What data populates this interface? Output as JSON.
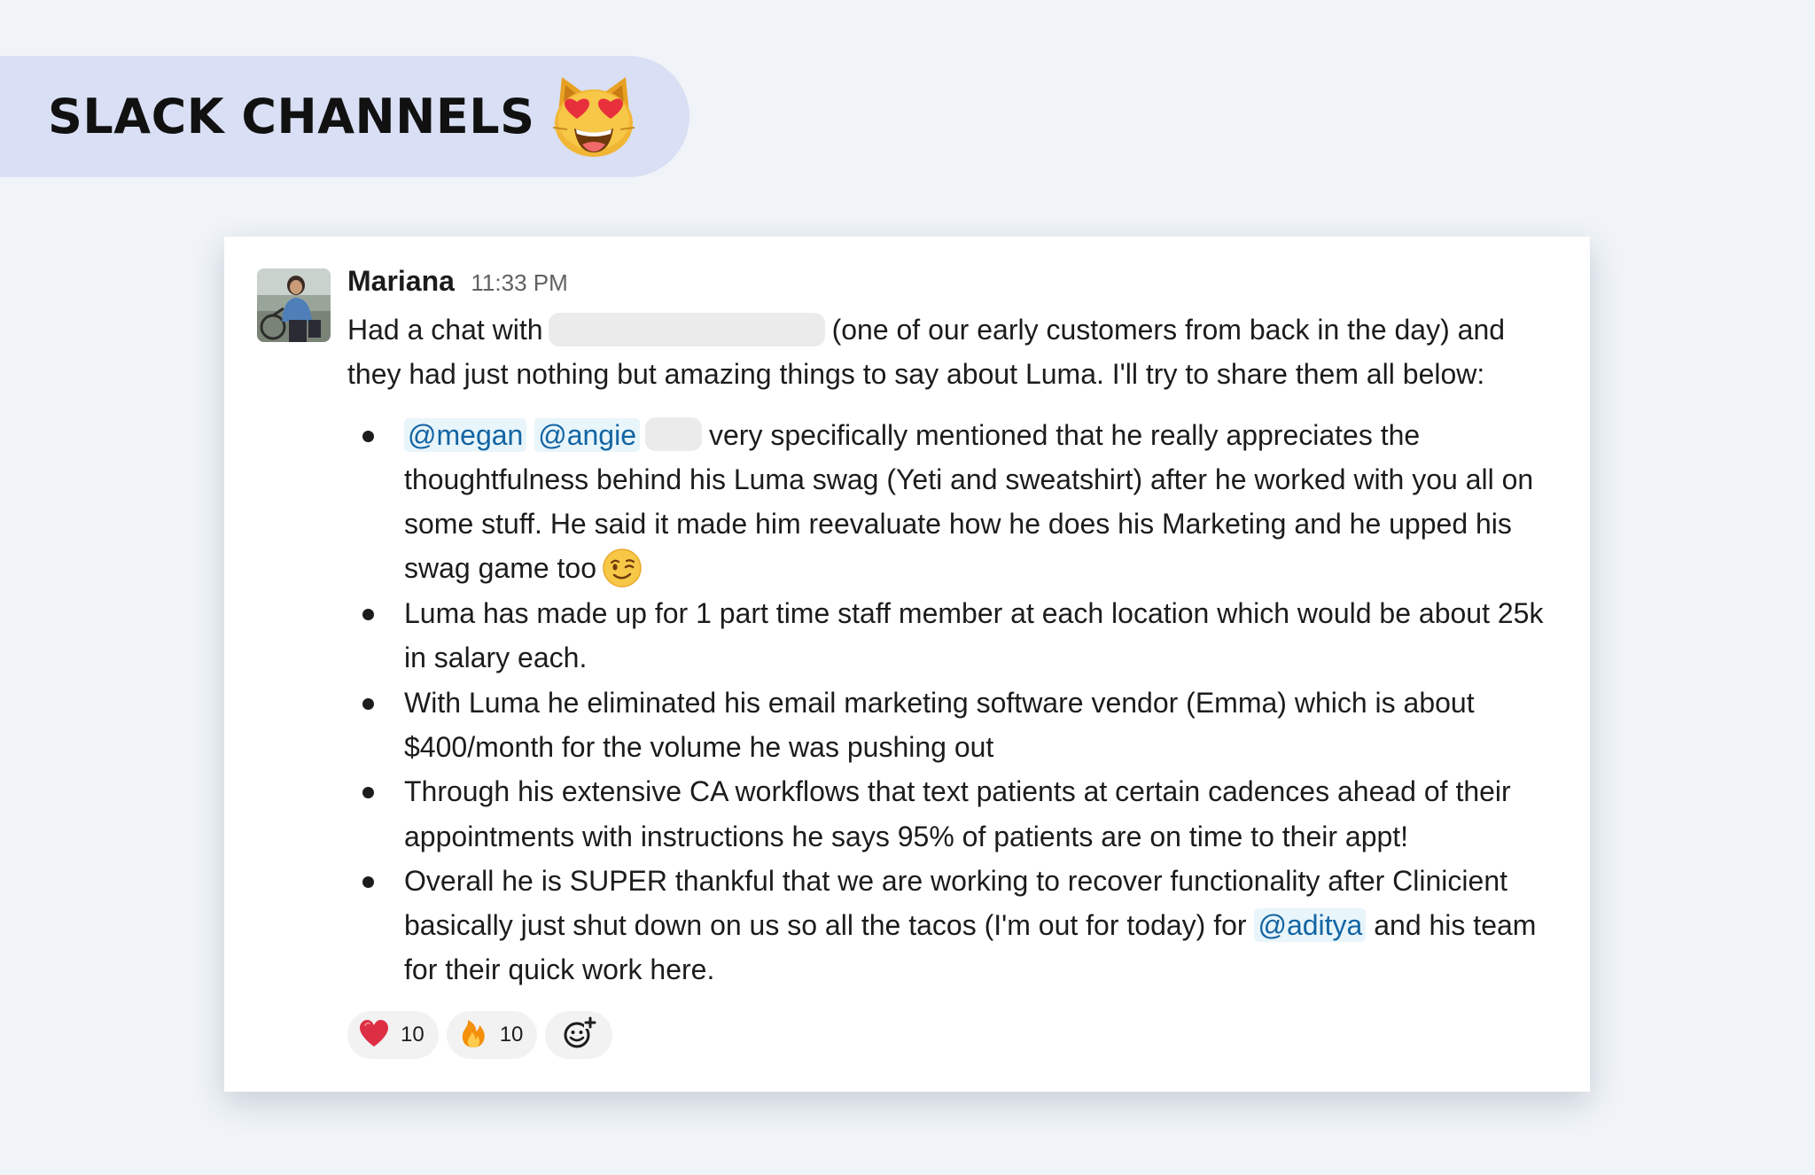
{
  "banner": {
    "title": "SLACK CHANNELS",
    "emoji_icon": "heart-eyes-cat-icon"
  },
  "message": {
    "author": "Mariana",
    "timestamp": "11:33 PM",
    "intro": {
      "part1": "Had a chat with",
      "part2": "(one of our early customers from back in the day) and they had just nothing but amazing things to say about Luma. I'll try to share them all below:"
    },
    "bullets": [
      {
        "mention1": "@megan",
        "mention2": "@angie",
        "text": "very specifically mentioned that he really appreciates the thoughtfulness behind his Luma swag (Yeti and sweatshirt) after he worked with you all on some stuff. He said it made him reevaluate how he does his Marketing and he upped his swag game too",
        "emoji_icon": "winking-face-icon"
      },
      {
        "text": "Luma has made up for 1 part time staff member at each location which would be about 25k in salary each."
      },
      {
        "text": "With Luma he eliminated his email marketing software vendor (Emma) which is about $400/month for the volume he was pushing out"
      },
      {
        "text": "Through his extensive CA workflows that text patients at certain cadences ahead of their appointments with instructions he says 95% of patients are on time to their appt!"
      },
      {
        "text_before": "Overall he is SUPER thankful that we are working to recover functionality after Clinicient basically just shut down on us so all the tacos (I'm out for today) for",
        "mention": "@aditya",
        "text_after": "and his team for their quick work here."
      }
    ],
    "reactions": [
      {
        "icon": "red-heart-icon",
        "count": "10"
      },
      {
        "icon": "fire-icon",
        "count": "10"
      }
    ],
    "add_reaction_icon": "add-reaction-icon"
  },
  "colors": {
    "page_bg": "#f0f4f8",
    "banner_bg": "#d9dff4",
    "mention_text": "#1264a3",
    "mention_bg": "#e8f5fa",
    "redaction": "#ebebeb"
  }
}
